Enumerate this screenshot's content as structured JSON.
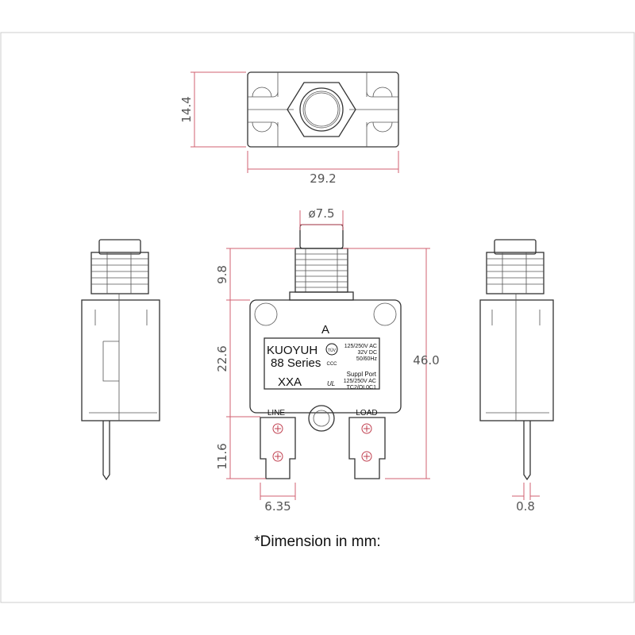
{
  "dimensions": {
    "height_top": "14.4",
    "width_top": "29.2",
    "button_dia": "ø7.5",
    "button_h": "9.8",
    "body_h": "22.6",
    "term_h": "11.6",
    "total_h": "46.0",
    "term_w": "6.35",
    "term_t": "0.8"
  },
  "label": {
    "rating": "A",
    "brand": "KUOYUH",
    "series": "88  Series",
    "current": "XXA",
    "spec1": "125/250V AC",
    "spec2": "32V DC",
    "spec3": "50/60Hz",
    "cert_title": "Suppl Port",
    "cert1": "125/250V AC",
    "cert2": "TC2/OL0C1",
    "tuv_mark": "TÜV",
    "ccc_mark": "CCC",
    "ul_mark": "UL"
  },
  "terminals": {
    "line": "LINE",
    "load": "LOAD"
  },
  "footer": "*Dimension in mm:"
}
